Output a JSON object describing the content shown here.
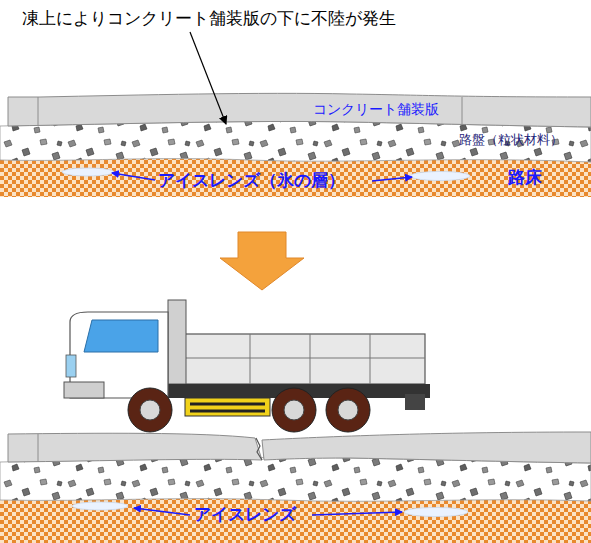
{
  "diagram": {
    "labels": [
      "凍上によりコンクリート舗装版の下に不陸が発生",
      "コンクリート舗装版",
      "路盤（粒状材料）",
      "アイスレンズ（氷の層）",
      "路床",
      "アイスレンズ"
    ]
  }
}
